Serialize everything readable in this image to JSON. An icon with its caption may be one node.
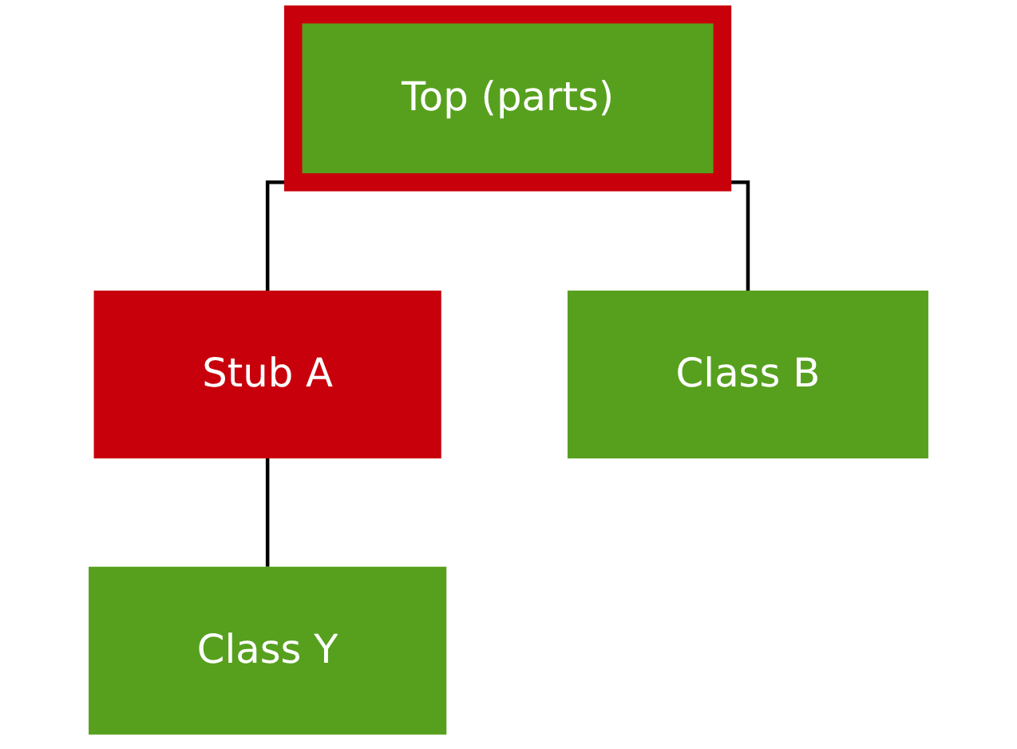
{
  "diagram": {
    "nodes": [
      {
        "text": [
          "Top (parts)"
        ]
      },
      {
        "text": [
          "Stub A"
        ]
      },
      {
        "text": [
          "Class B"
        ]
      },
      {
        "text": [
          "Class Y"
        ]
      }
    ],
    "edges": [
      {
        "from": 0,
        "to": 1,
        "arrow": "none"
      },
      {
        "from": 0,
        "to": 2,
        "arrow": "none"
      },
      {
        "from": 1,
        "to": 3,
        "arrow": "none"
      }
    ]
  }
}
